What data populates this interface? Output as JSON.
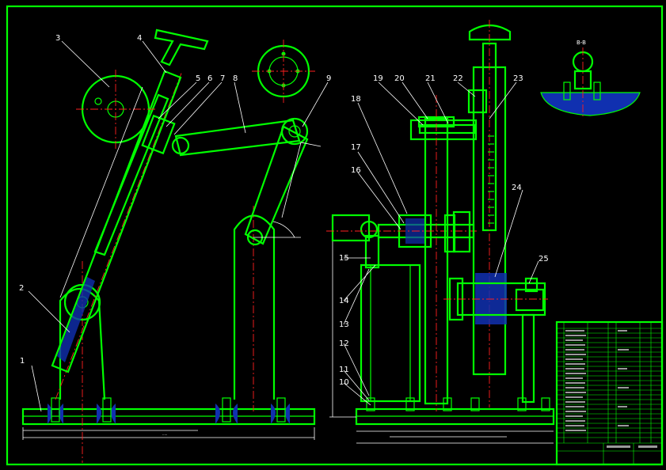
{
  "drawing": {
    "part_labels": [
      "1",
      "2",
      "3",
      "4",
      "5",
      "6",
      "7",
      "8",
      "9",
      "10",
      "11",
      "12",
      "13",
      "14",
      "15",
      "16",
      "17",
      "18",
      "19",
      "20",
      "21",
      "22",
      "23",
      "24",
      "25"
    ],
    "section_label": "B-B"
  },
  "colors": {
    "outline": "#00ff00",
    "leader": "#ffffff",
    "centerline": "#ff2020",
    "hatch": "#1030b0",
    "background": "#000000"
  }
}
